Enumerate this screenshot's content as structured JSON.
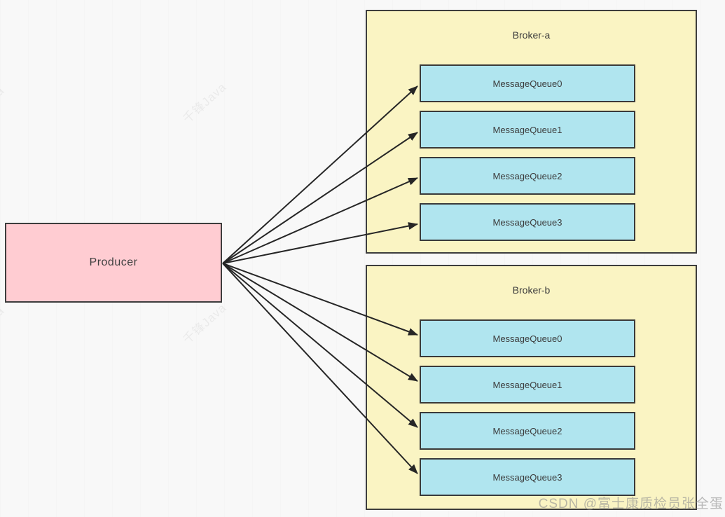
{
  "diagram": {
    "producer": {
      "label": "Producer"
    },
    "brokers": [
      {
        "label": "Broker-a",
        "queues": [
          "MessageQueue0",
          "MessageQueue1",
          "MessageQueue2",
          "MessageQueue3"
        ]
      },
      {
        "label": "Broker-b",
        "queues": [
          "MessageQueue0",
          "MessageQueue1",
          "MessageQueue2",
          "MessageQueue3"
        ]
      }
    ],
    "watermark": {
      "text": "千锋Java"
    },
    "csdn_watermark": "CSDN @富士康质检员张全蛋",
    "colors": {
      "producer_fill": "#ffccd2",
      "broker_fill": "#faf4c3",
      "queue_fill": "#b0e5ef",
      "border": "#3d3d3d",
      "arrow": "#262626",
      "background": "#f8f8f8"
    }
  }
}
